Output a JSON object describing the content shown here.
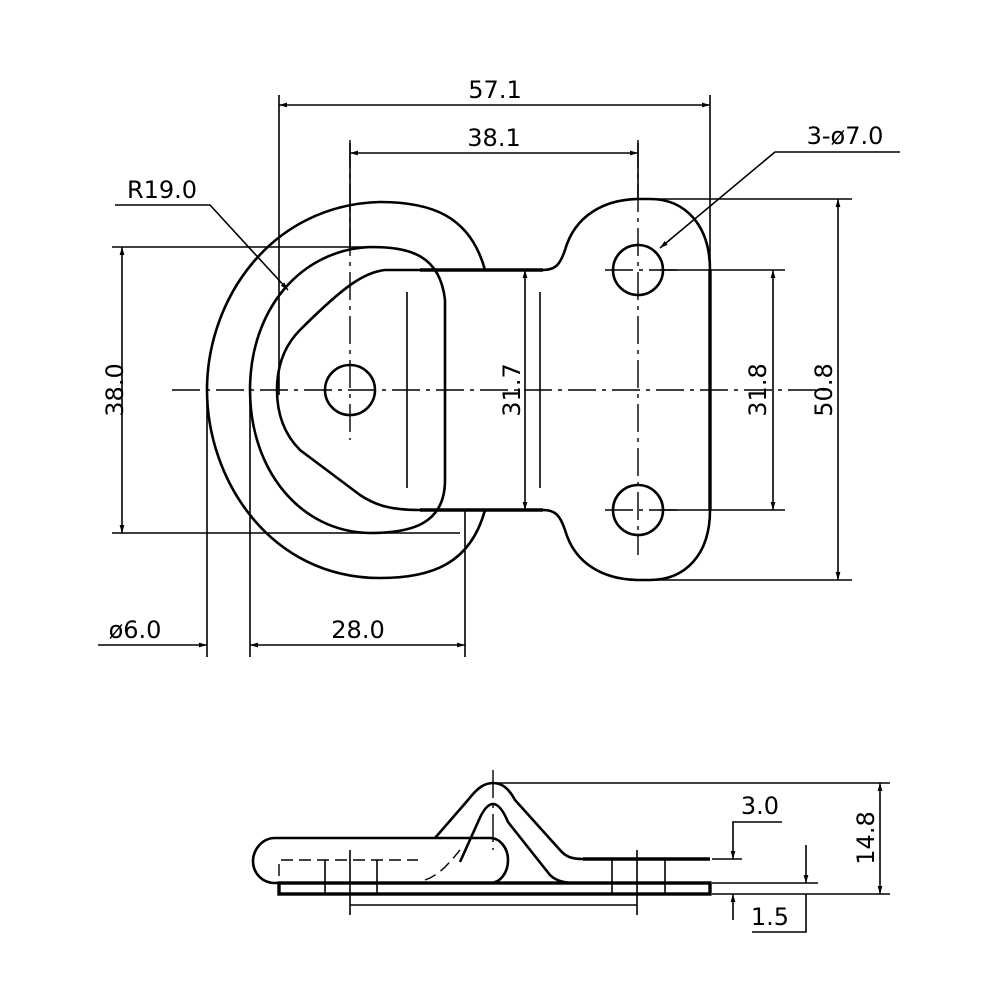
{
  "drawing": {
    "views": [
      "top-view",
      "side-view"
    ],
    "dimensions": {
      "overall_length": "57.1",
      "hole_spacing_x": "38.1",
      "holes": "3-ø7.0",
      "ring_radius": "R19.0",
      "ring_height": "38.0",
      "bar_width": "31.7",
      "hole_spacing_y": "31.8",
      "plate_height": "50.8",
      "wire_diameter": "ø6.0",
      "ring_depth": "28.0",
      "ring_thickness": "3.0",
      "plate_thickness": "1.5",
      "total_height": "14.8"
    }
  }
}
